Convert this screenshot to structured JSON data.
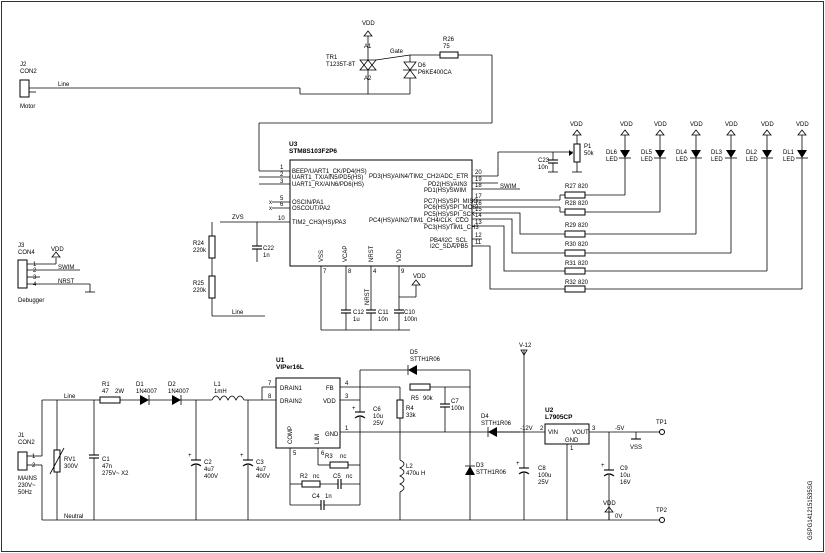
{
  "sheet": {
    "code": "GSPG1412151535SG"
  },
  "motor": {
    "ref": "J2",
    "type": "CON2",
    "label": "Motor",
    "net_line": "Line"
  },
  "triac": {
    "ref": "TR1",
    "value": "T1235T-8T",
    "pin_a1": "A1",
    "pin_a2": "A2",
    "pin_gate": "Gate",
    "vdd": "VDD"
  },
  "d6": {
    "ref": "D6",
    "value": "P6KE400CA"
  },
  "r26": {
    "ref": "R26",
    "value": "75"
  },
  "mcu": {
    "ref": "U3",
    "part": "STM8S103F2P6",
    "left_pins": [
      {
        "num": "1",
        "name": "BEEP/UART1_CK/PD4(HS)"
      },
      {
        "num": "2",
        "name": "UART1_TX/AIN5/PD5(HS)"
      },
      {
        "num": "3",
        "name": "UART1_RX/AIN6/PD6(HS)"
      },
      {
        "num": "5",
        "name": "OSCIN/PA1"
      },
      {
        "num": "6",
        "name": "OSCOUT/PA2"
      },
      {
        "num": "10",
        "name": "TIM2_CH3(HS)/PA3"
      }
    ],
    "right_pins": [
      {
        "num": "20",
        "name": "PD3(HS)/AIN4/TIM2_CH2/ADC_ETR"
      },
      {
        "num": "19",
        "name": "PD2(HS)/AIN3"
      },
      {
        "num": "18",
        "name": "PD1(HS)/SWIM"
      },
      {
        "num": "17",
        "name": "PC7(HS)/SPI_MISO"
      },
      {
        "num": "16",
        "name": "PC6(HS)/SPI_MOSI"
      },
      {
        "num": "15",
        "name": "PC5(HS)/SPI_SCK"
      },
      {
        "num": "14",
        "name": "PC4(HS)/AIN2/TIM1_CH4/CLK_CCO"
      },
      {
        "num": "13",
        "name": "PC3(HS)/TIM1_CH3"
      },
      {
        "num": "12",
        "name": "PB4/I2C_SCL"
      },
      {
        "num": "11",
        "name": "I2C_SDA/PB5"
      }
    ],
    "bottom_pins": [
      {
        "num": "7",
        "name": "VSS"
      },
      {
        "num": "8",
        "name": "VCAP"
      },
      {
        "num": "4",
        "name": "NRST"
      },
      {
        "num": "9",
        "name": "VDD"
      }
    ]
  },
  "pot": {
    "ref": "P1",
    "value": "50k",
    "vdd": "VDD"
  },
  "c23": {
    "ref": "C23",
    "value": "10n"
  },
  "swim_net": "SWIM",
  "leds": [
    {
      "ref": "DL6",
      "type": "LED",
      "vdd": "VDD"
    },
    {
      "ref": "DL5",
      "type": "LED",
      "vdd": "VDD"
    },
    {
      "ref": "DL4",
      "type": "LED",
      "vdd": "VDD"
    },
    {
      "ref": "DL3",
      "type": "LED",
      "vdd": "VDD"
    },
    {
      "ref": "DL2",
      "type": "LED",
      "vdd": "VDD"
    },
    {
      "ref": "DL1",
      "type": "LED",
      "vdd": "VDD"
    }
  ],
  "led_resistors": [
    {
      "ref": "R27",
      "value": "820"
    },
    {
      "ref": "R28",
      "value": "820"
    },
    {
      "ref": "R29",
      "value": "820"
    },
    {
      "ref": "R30",
      "value": "820"
    },
    {
      "ref": "R31",
      "value": "820"
    },
    {
      "ref": "R32",
      "value": "820"
    }
  ],
  "zvs": {
    "net": "ZVS",
    "r24_ref": "R24",
    "r24_value": "220k",
    "r25_ref": "R25",
    "r25_value": "220k",
    "c22_ref": "C22",
    "c22_value": "1n",
    "line": "Line"
  },
  "mcu_caps": [
    {
      "ref": "C12",
      "value": "1u"
    },
    {
      "ref": "C11",
      "value": "10n"
    },
    {
      "ref": "C10",
      "value": "100n"
    }
  ],
  "nrst_net": "NRST",
  "vdd_label": "VDD",
  "debugger": {
    "ref": "J3",
    "type": "CON4",
    "label": "Debugger",
    "vdd": "VDD",
    "swim": "SWIM",
    "nrst": "NRST",
    "pins": [
      "1",
      "2",
      "3",
      "4"
    ]
  },
  "mains": {
    "ref": "J1",
    "type": "CON2",
    "label1": "MAINS",
    "label2": "230V~",
    "label3": "50Hz",
    "line": "Line",
    "neutral": "Neutral"
  },
  "rv1": {
    "ref": "RV1",
    "value": "300V"
  },
  "r1": {
    "ref": "R1",
    "value": "47",
    "power": "2W"
  },
  "c1": {
    "ref": "C1",
    "value": "47n",
    "rating": "275V~ X2"
  },
  "d1": {
    "ref": "D1",
    "value": "1N4007"
  },
  "d2": {
    "ref": "D2",
    "value": "1N4007"
  },
  "l1": {
    "ref": "L1",
    "value": "1mH"
  },
  "c2": {
    "ref": "C2",
    "value": "4u7",
    "rating": "400V"
  },
  "c3": {
    "ref": "C3",
    "value": "4u7",
    "rating": "400V"
  },
  "viper": {
    "ref": "U1",
    "part": "VIPer16L",
    "pins": [
      {
        "num": "7",
        "name": "DRAIN1"
      },
      {
        "num": "8",
        "name": "DRAIN2"
      },
      {
        "num": "4",
        "name": "FB"
      },
      {
        "num": "3",
        "name": "VDD"
      },
      {
        "num": "1",
        "name": "GND"
      },
      {
        "num": "5",
        "name": "COMP"
      },
      {
        "num": "6",
        "name": "LIM"
      }
    ]
  },
  "d5": {
    "ref": "D5",
    "value": "STTH1R06"
  },
  "r5": {
    "ref": "R5",
    "value": "90k"
  },
  "r4": {
    "ref": "R4",
    "value": "33k"
  },
  "c6": {
    "ref": "C6",
    "value": "10u",
    "rating": "25V"
  },
  "c7": {
    "ref": "C7",
    "value": "100n"
  },
  "r3": {
    "ref": "R3",
    "value": "nc"
  },
  "r2": {
    "ref": "R2",
    "value": "nc"
  },
  "c5": {
    "ref": "C5",
    "value": "nc"
  },
  "c4": {
    "ref": "C4",
    "value": "1n"
  },
  "l2": {
    "ref": "L2",
    "value": "470u H"
  },
  "d3": {
    "ref": "D3",
    "value": "STTH1R06"
  },
  "d4": {
    "ref": "D4",
    "value": "STTH1R06"
  },
  "v12": "V-12",
  "n12v": "-12V",
  "c8": {
    "ref": "C8",
    "value": "100u",
    "rating": "25V"
  },
  "reg": {
    "ref": "U2",
    "part": "L7905CP",
    "vin": "VIN",
    "vout": "VOUT",
    "gnd": "GND",
    "pin1": "1",
    "pin2": "2",
    "pin3": "3"
  },
  "c9": {
    "ref": "C9",
    "value": "10u",
    "rating": "16V"
  },
  "n5v": "-5V",
  "vss": "VSS",
  "v0": "0V",
  "tp1": "TP1",
  "tp2": "TP2"
}
